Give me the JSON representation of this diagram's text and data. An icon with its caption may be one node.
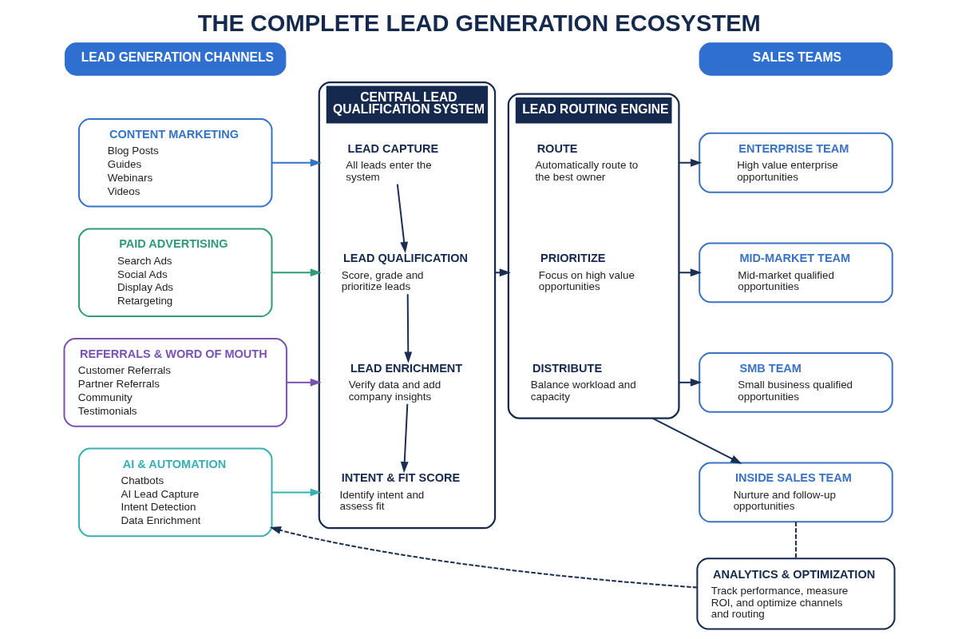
{
  "diagram": {
    "title": "THE COMPLETE LEAD GENERATION ECOSYSTEM",
    "nodes": [
      {
        "text": [
          "LEAD GENERATION CHANNELS"
        ]
      },
      {
        "text": [
          "CONTENT MARKETING",
          "Blog Posts",
          "Guides",
          "Webinars",
          "Videos"
        ]
      },
      {
        "text": [
          "PAID ADVERTISING",
          "Search Ads",
          "Social Ads",
          "Display Ads",
          "Retargeting"
        ]
      },
      {
        "text": [
          "REFERRALS & WORD OF MOUTH",
          "Customer Referrals",
          "Partner Referrals",
          "Community",
          "Testimonials"
        ]
      },
      {
        "text": [
          "AI & AUTOMATION",
          "Chatbots",
          "AI Lead Capture",
          "Intent Detection",
          "Data Enrichment"
        ]
      },
      {
        "text": [
          "CENTRAL LEAD QUALIFICATION SYSTEM"
        ]
      },
      {
        "text": [
          "LEAD CAPTURE",
          "All leads enter the system"
        ],
        "in": 5
      },
      {
        "text": [
          "LEAD QUALIFICATION",
          "Score, grade and prioritize leads"
        ],
        "in": 5
      },
      {
        "text": [
          "LEAD ENRICHMENT",
          "Verify data and add company insights"
        ],
        "in": 5
      },
      {
        "text": [
          "INTENT & FIT SCORE",
          "Identify intent and assess fit"
        ],
        "in": 5
      },
      {
        "text": [
          "LEAD ROUTING ENGINE"
        ]
      },
      {
        "text": [
          "ROUTE",
          "Automatically route to the best owner"
        ],
        "in": 10
      },
      {
        "text": [
          "PRIORITIZE",
          "Focus on high value opportunities"
        ],
        "in": 10
      },
      {
        "text": [
          "DISTRIBUTE",
          "Balance workload and capacity"
        ],
        "in": 10
      },
      {
        "text": [
          "SALES TEAMS"
        ]
      },
      {
        "text": [
          "ENTERPRISE TEAM",
          "High value enterprise opportunities"
        ]
      },
      {
        "text": [
          "MID-MARKET TEAM",
          "Mid-market qualified opportunities"
        ]
      },
      {
        "text": [
          "SMB TEAM",
          "Small business qualified opportunities"
        ]
      },
      {
        "text": [
          "INSIDE SALES TEAM",
          "Nurture and follow-up opportunities"
        ]
      },
      {
        "text": [
          "ANALYTICS & OPTIMIZATION",
          "Track performance, measure ROI, and optimize channels and routing"
        ]
      }
    ],
    "edges": [
      {
        "from": 1,
        "to": 5,
        "arrow": "to",
        "color": "#3473c7"
      },
      {
        "from": 2,
        "to": 5,
        "arrow": "to",
        "color": "#2f9a78"
      },
      {
        "from": 3,
        "to": 5,
        "arrow": "to",
        "color": "#7a52b3"
      },
      {
        "from": 4,
        "to": 5,
        "arrow": "to",
        "color": "#37b0b5"
      },
      {
        "from": 6,
        "to": 7,
        "arrow": "to"
      },
      {
        "from": 7,
        "to": 8,
        "arrow": "to"
      },
      {
        "from": 8,
        "to": 9,
        "arrow": "to"
      },
      {
        "from": 5,
        "to": 10,
        "arrow": "to"
      },
      {
        "from": 10,
        "to": 15,
        "arrow": "to"
      },
      {
        "from": 10,
        "to": 16,
        "arrow": "to"
      },
      {
        "from": 10,
        "to": 17,
        "arrow": "to"
      },
      {
        "from": 10,
        "to": 18,
        "arrow": "to"
      },
      {
        "from": 18,
        "to": 19,
        "arrow": "none",
        "style": "dashed"
      },
      {
        "from": 19,
        "to": 4,
        "arrow": "to",
        "style": "dashed"
      }
    ]
  }
}
